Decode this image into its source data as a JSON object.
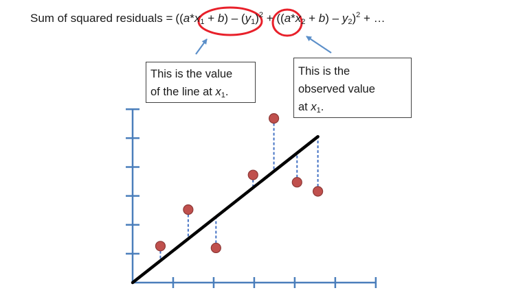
{
  "equation": {
    "lhs": "Sum of squared residuals =",
    "term1_open": "((",
    "a1": "a",
    "star1": "*",
    "x1": "x",
    "x1_sub": "1",
    "plus_b1": " + ",
    "b1": "b",
    "close1": ")",
    "minus1": " – ",
    "y1_open": "(",
    "y1": "y",
    "y1_sub": "1",
    "y1_close": ")",
    "sq1": "2",
    "plus_mid": " + ((",
    "a2": "a",
    "star2": "*",
    "x2": "x",
    "x2_sub": "2",
    "plus_b2": " + ",
    "b2": "b",
    "close2": ") – ",
    "y2": "y",
    "y2_sub": "2",
    "y2_close": ")",
    "sq2": "2",
    "tail": " + …"
  },
  "callouts": {
    "line_value": {
      "line1": "This is the value",
      "line2_text": "of the line at ",
      "line2_var": "x",
      "line2_sub": "1",
      "line2_end": "."
    },
    "observed_value": {
      "line1": "This is the",
      "line2": "observed value",
      "line3_text": "at ",
      "line3_var": "x",
      "line3_sub": "1",
      "line3_end": "."
    }
  },
  "colors": {
    "highlight": "#e8202a",
    "arrow": "#5b8fc9",
    "axis": "#4a7ebb",
    "point": "#c0504d",
    "residual": "#4472c4",
    "fit_line": "#000000"
  },
  "chart_data": {
    "type": "scatter",
    "title": "",
    "xlabel": "",
    "ylabel": "",
    "xlim": [
      0,
      10.5
    ],
    "ylim": [
      0,
      9.5
    ],
    "x_ticks": 6,
    "y_ticks": 6,
    "fit_line": {
      "intercept": 0,
      "slope": 1,
      "x_end": 8
    },
    "points": [
      {
        "x": 1.2,
        "y": 2.0
      },
      {
        "x": 2.4,
        "y": 4.0
      },
      {
        "x": 3.6,
        "y": 1.9
      },
      {
        "x": 5.2,
        "y": 5.9
      },
      {
        "x": 6.1,
        "y": 9.0
      },
      {
        "x": 7.1,
        "y": 5.5
      },
      {
        "x": 8.0,
        "y": 5.0
      }
    ]
  }
}
